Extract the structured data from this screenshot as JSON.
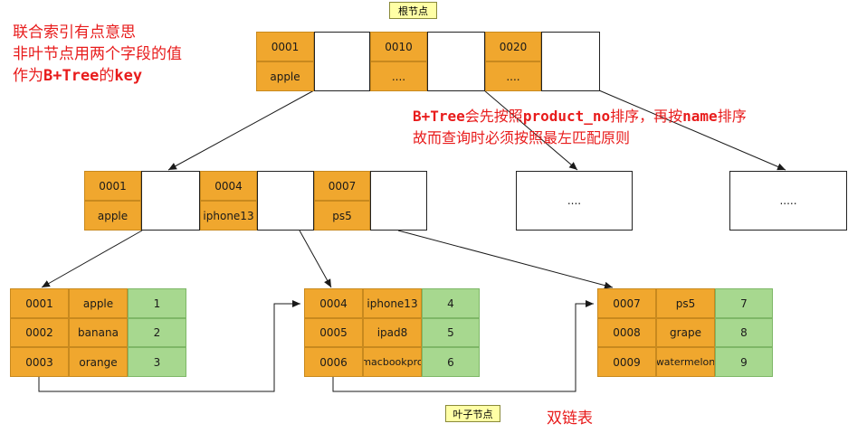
{
  "labels": {
    "root": "根节点",
    "leaf": "叶子节点",
    "linked_list": "双链表"
  },
  "notes": {
    "left_line1": "联合索引有点意思",
    "left_line2": "非叶节点用两个字段的值",
    "left_line3_a": "作为",
    "left_line3_b": "B+Tree",
    "left_line3_c": "的",
    "left_line3_d": "key",
    "right_line1_a": "B+Tree",
    "right_line1_b": "会先按照",
    "right_line1_c": "product_no",
    "right_line1_d": "排序，再按",
    "right_line1_e": "name",
    "right_line1_f": "排序",
    "right_line2": "故而查询时必须按照最左匹配原则"
  },
  "root_node": {
    "keys": [
      {
        "top": "0001",
        "bottom": "apple"
      },
      {
        "top": "0010",
        "bottom": "...."
      },
      {
        "top": "0020",
        "bottom": "...."
      }
    ]
  },
  "mid_node": {
    "keys": [
      {
        "top": "0001",
        "bottom": "apple"
      },
      {
        "top": "0004",
        "bottom": "iphone13"
      },
      {
        "top": "0007",
        "bottom": "ps5"
      }
    ]
  },
  "placeholder_nodes": [
    "....",
    "....."
  ],
  "leaves": [
    {
      "rows": [
        {
          "no": "0001",
          "name": "apple",
          "id": "1"
        },
        {
          "no": "0002",
          "name": "banana",
          "id": "2"
        },
        {
          "no": "0003",
          "name": "orange",
          "id": "3"
        }
      ]
    },
    {
      "rows": [
        {
          "no": "0004",
          "name": "iphone13",
          "id": "4"
        },
        {
          "no": "0005",
          "name": "ipad8",
          "id": "5"
        },
        {
          "no": "0006",
          "name": "macbookpro",
          "id": "6"
        }
      ]
    },
    {
      "rows": [
        {
          "no": "0007",
          "name": "ps5",
          "id": "7"
        },
        {
          "no": "0008",
          "name": "grape",
          "id": "8"
        },
        {
          "no": "0009",
          "name": "watermelon",
          "id": "9"
        }
      ]
    }
  ]
}
